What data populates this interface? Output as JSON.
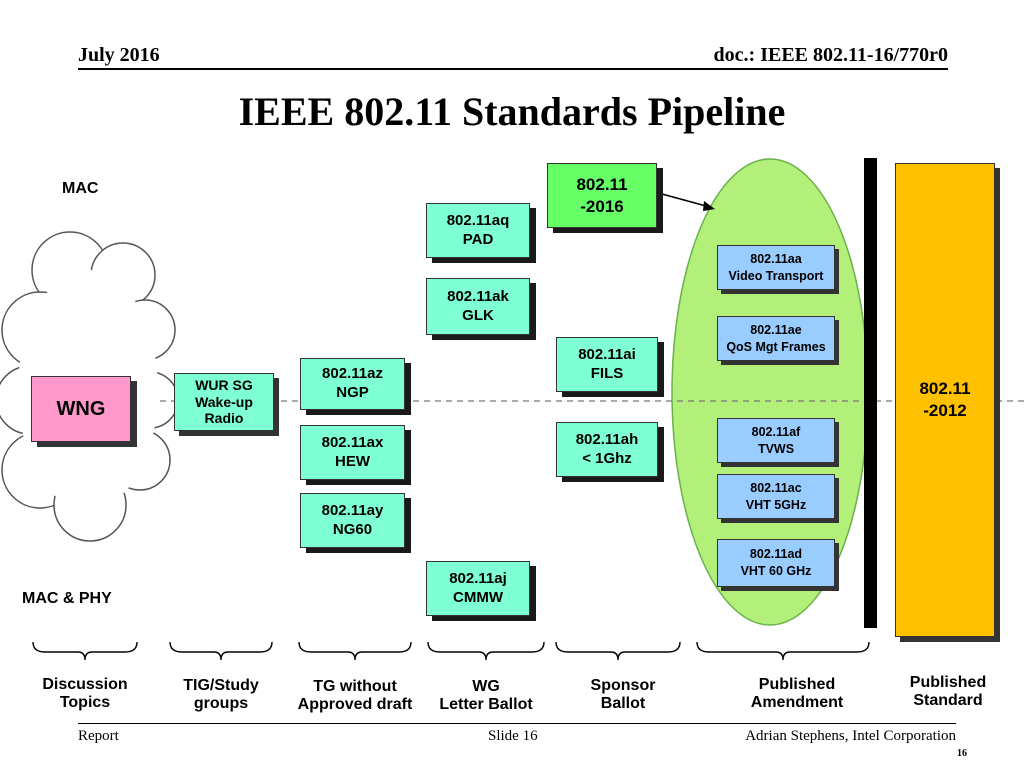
{
  "header": {
    "date": "July 2016",
    "doc": "doc.: IEEE 802.11-16/770r0"
  },
  "title": "IEEE 802.11 Standards Pipeline",
  "labels": {
    "mac": "MAC",
    "mac_phy": "MAC & PHY"
  },
  "boxes": {
    "wng": "WNG",
    "wur": "WUR SG\nWake-up\nRadio",
    "az": "802.11az\nNGP",
    "ax": "802.11ax\nHEW",
    "ay": "802.11ay\nNG60",
    "aq": "802.11aq\nPAD",
    "ak": "802.11ak\nGLK",
    "aj": "802.11aj\nCMMW",
    "std2016": "802.11\n-2016",
    "ai": "802.11ai\nFILS",
    "ah": "802.11ah\n< 1Ghz",
    "aa": "802.11aa\nVideo Transport",
    "ae": "802.11ae\nQoS Mgt Frames",
    "af": "802.11af\nTVWS",
    "ac": "802.11ac\nVHT 5GHz",
    "ad": "802.11ad\nVHT 60 GHz",
    "std2012": "802.11\n-2012"
  },
  "stages": [
    "Discussion\nTopics",
    "TIG/Study\ngroups",
    "TG without\nApproved draft",
    "WG\nLetter Ballot",
    "Sponsor\nBallot",
    "Published\nAmendment",
    "Published\nStandard"
  ],
  "footer": {
    "left": "Report",
    "center": "Slide 16",
    "right": "Adrian Stephens, Intel Corporation",
    "page": "16"
  },
  "colors": {
    "tg": "#7fffd4",
    "amendment": "#99ccff",
    "wng": "#ff99cc",
    "ellipse": "#b3f07a",
    "standard": "#ffc000",
    "std2016": "#66ff66"
  }
}
